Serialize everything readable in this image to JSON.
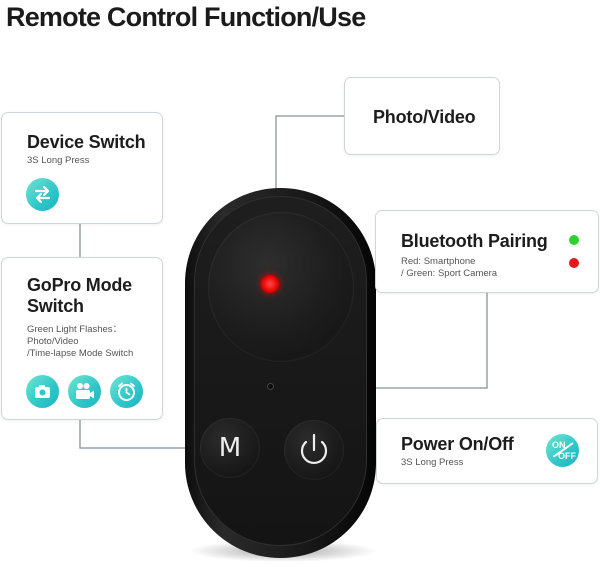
{
  "title": "Remote Control Function/Use",
  "cards": {
    "device_switch": {
      "title": "Device Switch",
      "subtitle": "3S Long Press",
      "icon": "swap-arrows-icon"
    },
    "gopro_mode": {
      "title_line1": "GoPro Mode",
      "title_line2": "Switch",
      "desc_line1": "Green Light Flashes：",
      "desc_line2": "Photo/Video",
      "desc_line3": "/Time-lapse Mode Switch",
      "icons": [
        "camera-icon",
        "video-camera-icon",
        "timer-icon"
      ]
    },
    "photo_video": {
      "title": "Photo/Video"
    },
    "bluetooth": {
      "title": "Bluetooth Pairing",
      "desc_line1": "Red: Smartphone",
      "desc_line2": "/ Green: Sport Camera",
      "status_colors": {
        "green": "#2fd12f",
        "red": "#e8161b"
      }
    },
    "power": {
      "title": "Power On/Off",
      "subtitle": "3S Long Press",
      "badge_top": "ON",
      "badge_bottom": "OFF"
    }
  },
  "device": {
    "mode_button_label": "M",
    "shutter_led_color": "#e60000"
  },
  "colors": {
    "accent": "#2ec6c9",
    "connector_line": "#9aa3a6",
    "card_border": "#cfd6d8"
  }
}
